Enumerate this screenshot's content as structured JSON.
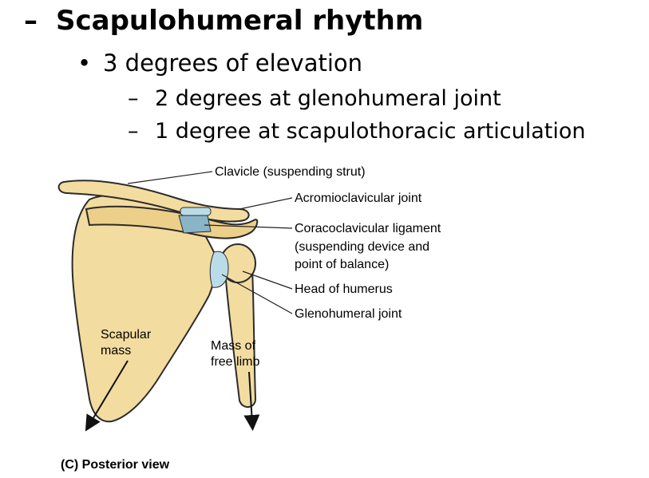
{
  "slide": {
    "level1": {
      "marker": "–",
      "text": "Scapulohumeral rhythm"
    },
    "level2": {
      "marker": "•",
      "text": "3 degrees of elevation"
    },
    "level3": [
      {
        "marker": "–",
        "text": "2 degrees at glenohumeral joint"
      },
      {
        "marker": "–",
        "text": "1 degree at scapulothoracic articulation"
      }
    ]
  },
  "figure": {
    "labels": {
      "clavicle": "Clavicle (suspending strut)",
      "acromioclavicular": "Acromioclavicular joint",
      "coracoclavicular_1": "Coracoclavicular ligament",
      "coracoclavicular_2": "(suspending device and",
      "coracoclavicular_3": "point of balance)",
      "head_humerus": "Head of humerus",
      "glenohumeral": "Glenohumeral joint"
    },
    "scapular_mass": {
      "line1": "Scapular",
      "line2": "mass"
    },
    "free_limb_mass": {
      "line1": "Mass of",
      "line2": "free limb"
    },
    "caption": "(C) Posterior view",
    "colors": {
      "bone": "#f3dca0",
      "bone_outline": "#2b2b2b",
      "joint": "#b9dce8",
      "ligament": "#8ab4c8"
    }
  }
}
